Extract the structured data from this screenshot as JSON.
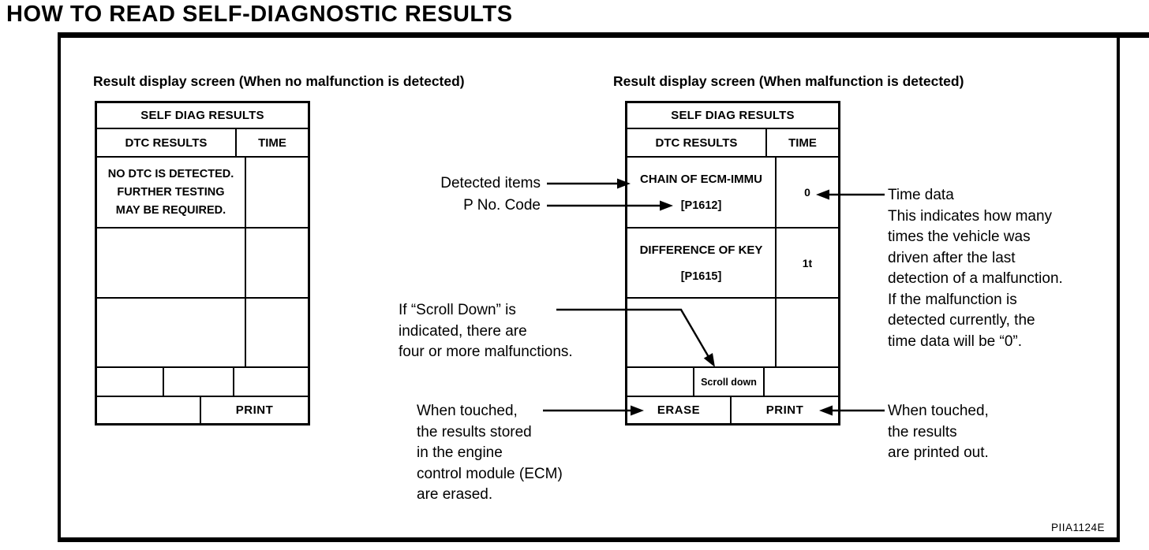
{
  "page_title": "HOW TO READ SELF-DIAGNOSTIC RESULTS",
  "figure_code": "PIIA1124E",
  "colors": {
    "ink": "#000000",
    "paper": "#ffffff"
  },
  "left_panel": {
    "heading": "Result display screen (When no malfunction is detected)",
    "screen": {
      "title": "SELF DIAG RESULTS",
      "col_dtc": "DTC RESULTS",
      "col_time": "TIME",
      "message": "NO DTC IS DETECTED.\nFURTHER TESTING\nMAY BE REQUIRED.",
      "print_label": "PRINT"
    }
  },
  "right_panel": {
    "heading": "Result display screen (When malfunction is detected)",
    "screen": {
      "title": "SELF DIAG RESULTS",
      "col_dtc": "DTC RESULTS",
      "col_time": "TIME",
      "rows": [
        {
          "item": "CHAIN OF ECM-IMMU",
          "code": "[P1612]",
          "time": "0"
        },
        {
          "item": "DIFFERENCE OF KEY",
          "code": "[P1615]",
          "time": "1t"
        }
      ],
      "scroll_label": "Scroll down",
      "erase_label": "ERASE",
      "print_label": "PRINT"
    }
  },
  "annotations": {
    "detected_items": "Detected items",
    "p_no_code": "P No. Code",
    "time_data": "Time data\nThis indicates how many\ntimes the vehicle was\ndriven after the last\ndetection of a malfunction.\nIf the malfunction is\ndetected currently, the\ntime data will be “0”.",
    "scroll_down": "If “Scroll Down” is\nindicated, there are\nfour or more malfunctions.",
    "erase": "When touched,\nthe results stored\nin the engine\ncontrol module (ECM)\nare erased.",
    "print": "When touched,\nthe results\nare printed out."
  }
}
